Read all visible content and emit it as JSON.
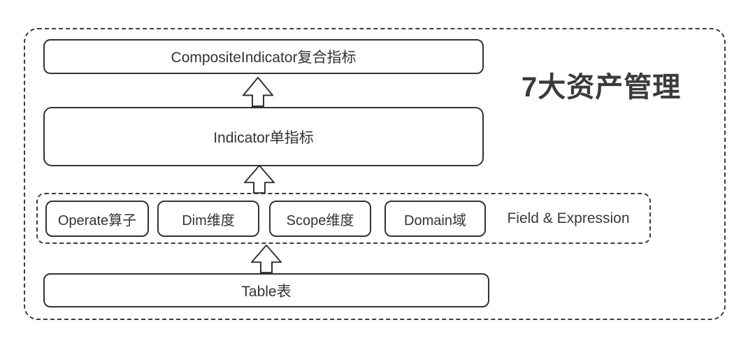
{
  "diagram": {
    "title": "7大资产管理",
    "nodes": {
      "composite": "CompositeIndicator复合指标",
      "indicator": "Indicator单指标",
      "table": "Table表"
    },
    "field_group": {
      "label": "Field & Expression",
      "items": [
        "Operate算子",
        "Dim维度",
        "Scope维度",
        "Domain域"
      ]
    },
    "icons": {
      "connector": "up-block-arrow"
    },
    "colors": {
      "stroke": "#333333",
      "dashed_border": "#3c3c3c",
      "text": "#333333",
      "title_text": "#3a3a3a",
      "background": "#ffffff"
    }
  }
}
